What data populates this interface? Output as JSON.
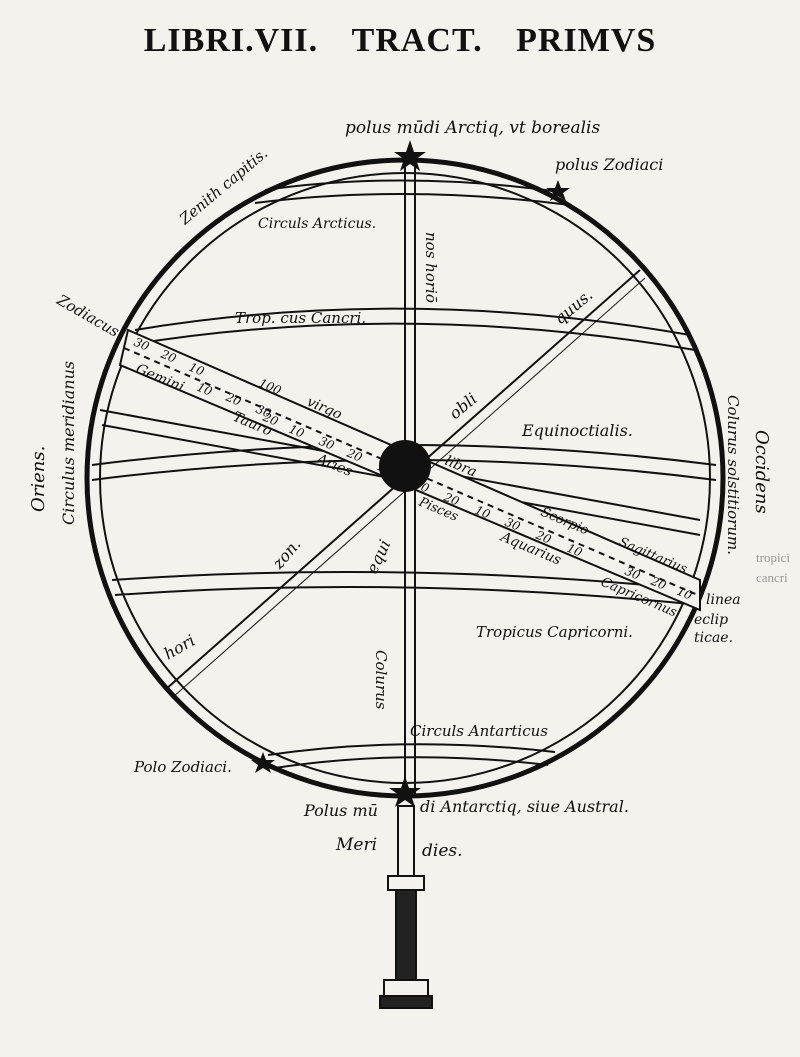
{
  "header": {
    "libri": "LIBRI.VII.",
    "tract": "TRACT.",
    "primus": "PRIMVS"
  },
  "labels": {
    "polus_arcticus": "polus mūdi Arctiq, vt borealis",
    "polus_zodiaci_top": "polus Zodiaci",
    "zenith": "Zenith capitis.",
    "circulus_arcticus": "Circuls Arcticus.",
    "nos_horizon": "nos horiō",
    "tropicus_cancri": "Trop. cus Cancri.",
    "zodiacus": "Zodiacus",
    "obliquus": "quus.",
    "obli": "obli",
    "oriens": "Oriens.",
    "circulus_meridianus": "Circulus meridianus",
    "aequinoctialis": "Equinoctialis.",
    "colurus_solstitiorum": "Colurus solstitiorum.",
    "occidens": "Occidens",
    "gemini": "Gemini",
    "taurus": "Tauro",
    "aries": "Aries",
    "virgo": "virgo",
    "libra": "libra",
    "scorpio": "Scorpio",
    "sagittarius": "Sagittarius",
    "pisces": "Pisces",
    "aquarius": "Aquarius",
    "capricornus": "Capricornus",
    "linea": "linea",
    "eclip": "eclip",
    "tice": "ticae.",
    "hori": "hori",
    "zon": "zon.",
    "equi": "equi",
    "tropicus_capricorni": "Tropicus Capricorni.",
    "colurus": "Colurus",
    "circulus_antarcticus": "Circuls Antarticus",
    "polus_zodiaci_bottom": "Polo Zodiaci.",
    "polus_antarcticus_a": "Polus mū",
    "polus_antarcticus_b": "di Antarctiq, siue Austral.",
    "meri": "Meri",
    "dies": "dies.",
    "degree_20": "20",
    "degree_30": "30",
    "degree_10": "10",
    "degree_100": "100",
    "margin_tropica": "tropici",
    "margin_cancri": "cancri"
  }
}
